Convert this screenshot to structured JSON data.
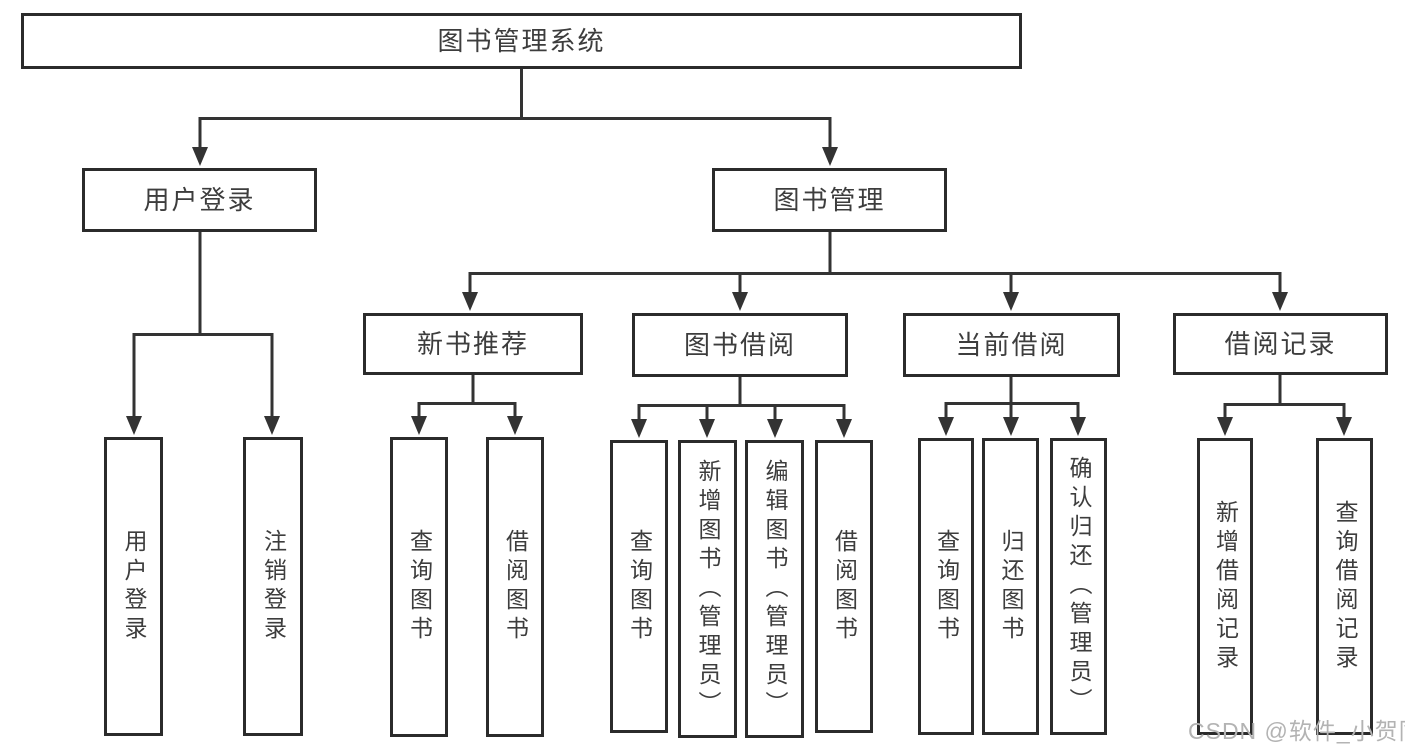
{
  "title": "图书管理系统",
  "watermark": "CSDN @软件_小贺同学",
  "colors": {
    "line": "#333333",
    "box_border": "#2b2b2b",
    "box_background": "#ffffff",
    "text": "#3d3d3d",
    "watermark": "#b3b3b3"
  },
  "nodes": {
    "root": "图书管理系统",
    "user_login": "用户登录",
    "book_mgmt": "图书管理",
    "new_books": "新书推荐",
    "book_borrow": "图书借阅",
    "current_borrow": "当前借阅",
    "borrow_records": "借阅记录"
  },
  "leaves": {
    "user_login": [
      "用户登录",
      "注销登录"
    ],
    "new_books": [
      "查询图书",
      "借阅图书"
    ],
    "book_borrow": [
      "查询图书",
      "新增图书（管理员）",
      "编辑图书（管理员）",
      "借阅图书"
    ],
    "current_borrow": [
      "查询图书",
      "归还图书",
      "确认归还（管理员）"
    ],
    "borrow_records": [
      "新增借阅记录",
      "查询借阅记录"
    ]
  }
}
